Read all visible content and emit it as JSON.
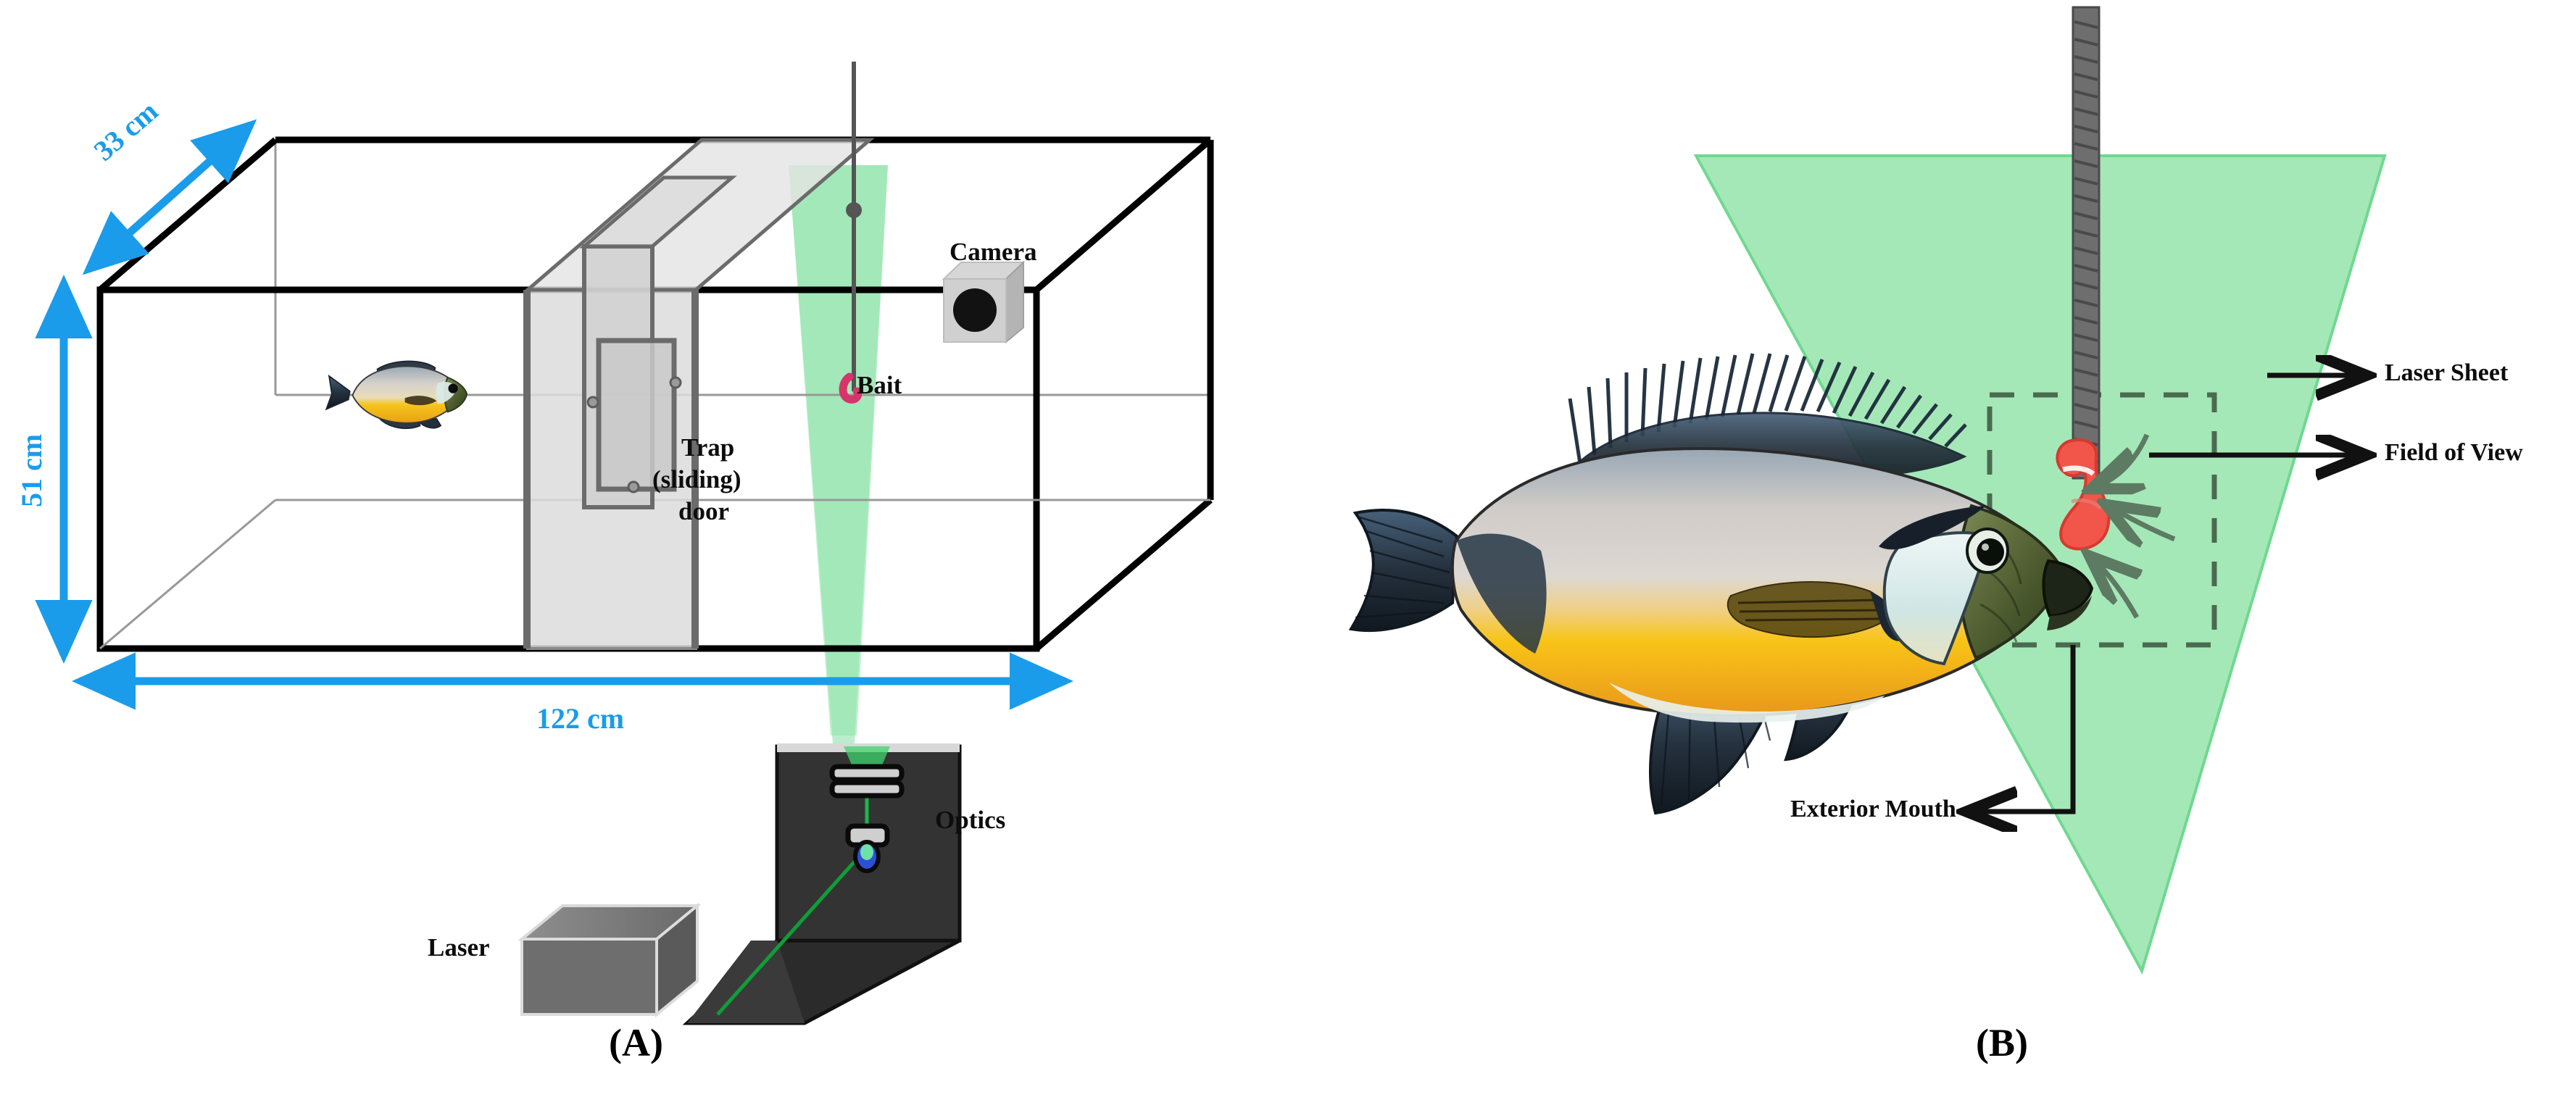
{
  "figure": {
    "type": "scientific-schematic",
    "panels": [
      {
        "id": "A",
        "letter": "(A)",
        "caption_position": "bottom-center"
      },
      {
        "id": "B",
        "letter": "(B)",
        "caption_position": "bottom-center"
      }
    ]
  },
  "panelA": {
    "title_letter": "(A)",
    "dimensions": {
      "depth": "33 cm",
      "height": "51 cm",
      "length": "122 cm"
    },
    "labels": {
      "camera": "Camera",
      "trap_line1": "Trap",
      "trap_line2": "(sliding)",
      "trap_line3": "door",
      "bait": "Bait",
      "optics": "Optics",
      "laser": "Laser"
    },
    "icons": {
      "fish": "fish-icon",
      "camera": "camera-icon",
      "laser_box": "laser-box-icon",
      "optics_panel": "optics-panel-icon",
      "bait_hook": "bait-hook-icon"
    },
    "colors": {
      "dimension_arrow": "#1a9ceb",
      "laser_sheet": "#8fe3ab",
      "laser_beam": "#11a33c",
      "tank_outline": "#000000",
      "tank_inner_edge": "#888888",
      "trap_door_glass": "#dcdcdc",
      "trap_door_frame": "#6b6b6b",
      "camera_body": "#cccccc",
      "camera_lens": "#111111",
      "laser_body": "#6e6e6e",
      "optics_body": "#333333",
      "bait_hook": "#d6356b"
    }
  },
  "panelB": {
    "title_letter": "(B)",
    "labels": {
      "laser_sheet": "Laser Sheet",
      "field_of_view": "Field of View",
      "exterior_mouth": "Exterior Mouth"
    },
    "icons": {
      "fish": "rabbitfish-illustration",
      "bait_rod": "threaded-rod-icon",
      "bait": "bait-blob-icon",
      "flow_arrows": "suction-flow-arrows-icon",
      "fov_box": "field-of-view-dashed-box"
    },
    "colors": {
      "laser_sheet": "#a5e8b8",
      "laser_sheet_edge": "#6fd98f",
      "rod": "#6e6e6e",
      "bait": "#f2554a",
      "fov_dash": "#4a6b50",
      "flow_arrow": "#5d7a63",
      "label_arrow": "#111111",
      "fish_body_upper": "#d6d2cf",
      "fish_body_lower": "#f5b510",
      "fish_fin": "#2b3a4a",
      "fish_head": "#5d6b3a"
    }
  }
}
